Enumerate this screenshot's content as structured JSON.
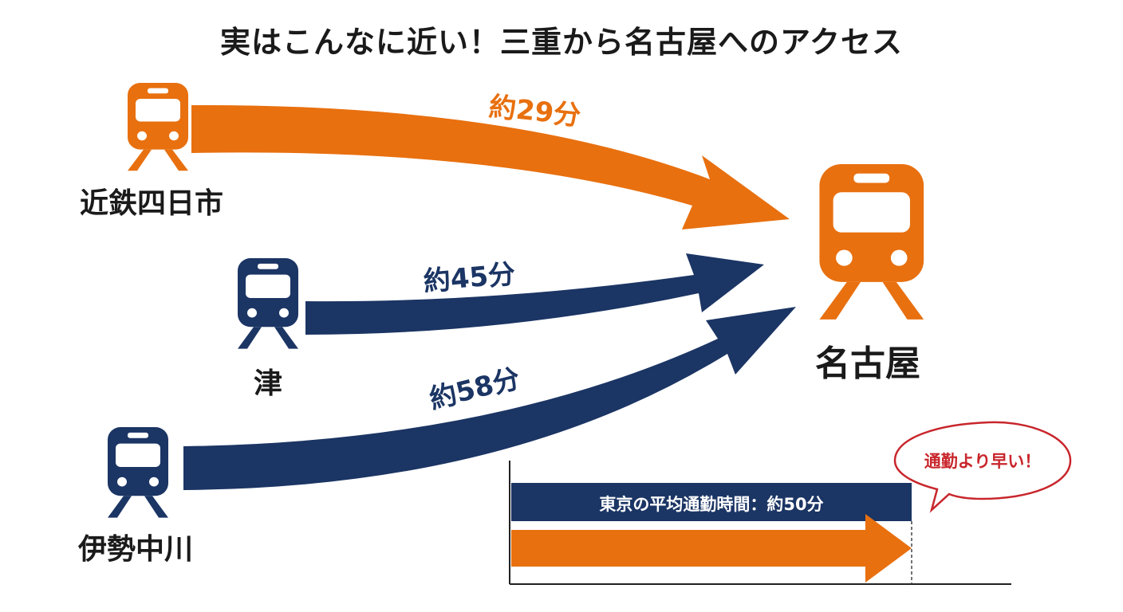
{
  "title": "実はこんなに近い！三重から名古屋へのアクセス",
  "stations": {
    "yokkaichi": "近鉄四日市",
    "tsu": "津",
    "ise_nakagawa": "伊勢中川",
    "nagoya": "名古屋"
  },
  "times": {
    "yokkaichi": "約29分",
    "tsu": "約45分",
    "ise_nakagawa": "約58分"
  },
  "comparison": {
    "bar_label": "東京の平均通勤時間：約50分",
    "callout": "通勤より早い！"
  },
  "colors": {
    "orange": "#E8700F",
    "navy": "#1B3564",
    "red": "#C8262C"
  }
}
